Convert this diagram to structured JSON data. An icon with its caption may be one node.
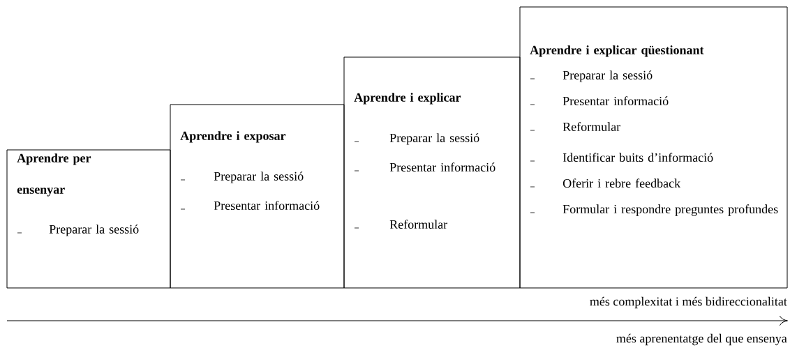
{
  "diagram": {
    "nodes": [
      {
        "text": [
          "Aprendre per ensenyar",
          "Preparar la sessió"
        ]
      },
      {
        "text": [
          "Aprendre i exposar",
          "Preparar la sessió",
          "Presentar informació"
        ]
      },
      {
        "text": [
          "Aprendre i explicar",
          "Preparar la sessió",
          "Presentar informació",
          "Reformular"
        ]
      },
      {
        "text": [
          "Aprendre i explicar qüestionant",
          "Preparar la sessió",
          "Presentar informació",
          "Reformular",
          "Identificar buits d’informació",
          "Oferir i rebre feedback",
          "Formular i respondre preguntes profundes"
        ]
      }
    ],
    "labels": [
      "més complexitat i més bidireccionalitat",
      "més aprenentatge del que ensenya"
    ]
  }
}
